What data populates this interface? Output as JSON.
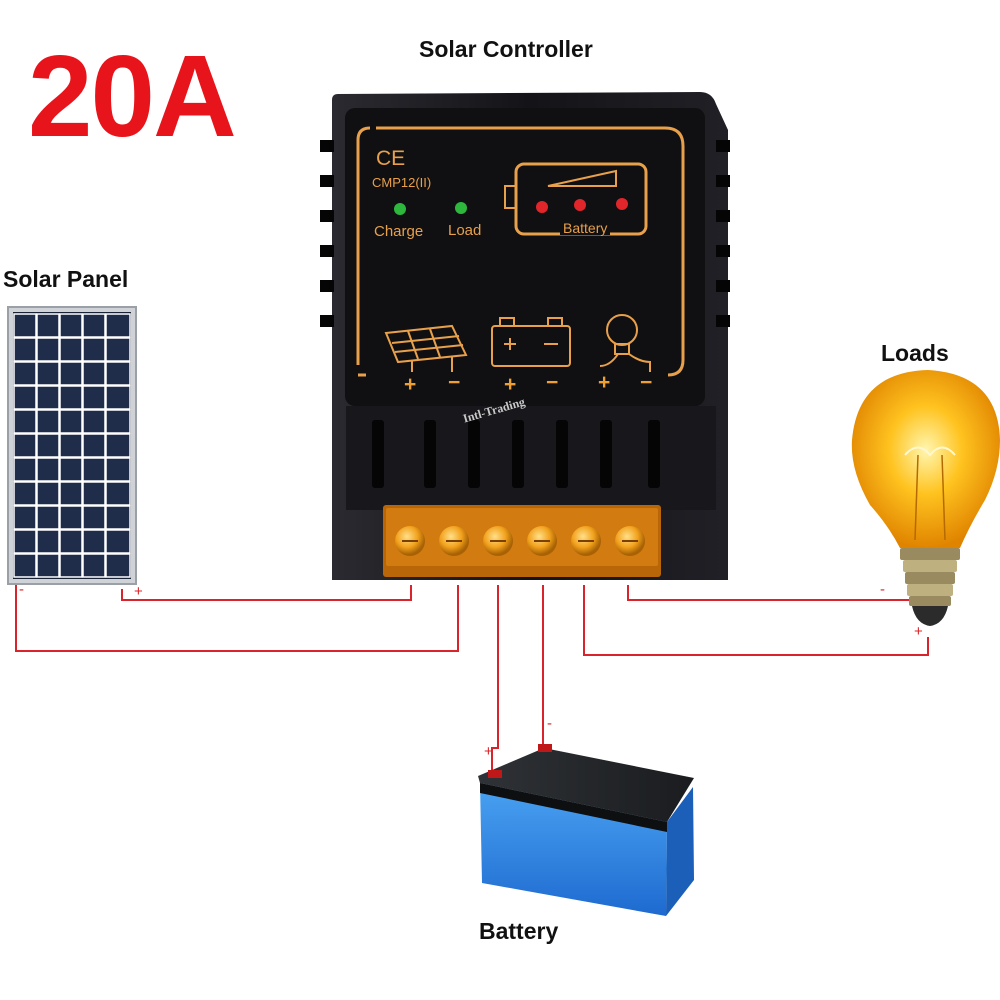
{
  "rating": "20A",
  "labels": {
    "controller": "Solar Controller",
    "solar_panel": "Solar Panel",
    "loads": "Loads",
    "battery": "Battery"
  },
  "controller": {
    "ce_mark": "CE",
    "model": "CMP12(II)",
    "charge_label": "Charge",
    "load_label": "Load",
    "battery_label": "Battery",
    "watermark": "Intl-Trading",
    "terminal_signs": [
      "+",
      "−",
      "+",
      "−",
      "+",
      "−"
    ]
  },
  "polarity": {
    "panel_minus": "-",
    "panel_plus": "+",
    "load_minus": "-",
    "load_plus": "+",
    "battery_plus": "+",
    "battery_minus": "-"
  },
  "colors": {
    "wire": "#d8242a",
    "rating": "#e8141b",
    "controller_body": "#15151a",
    "controller_trim": "#e8a04a",
    "terminal": "#f2a11c",
    "battery": "#2f86e0",
    "led_green": "#2db83d",
    "led_red": "#e0262a"
  }
}
